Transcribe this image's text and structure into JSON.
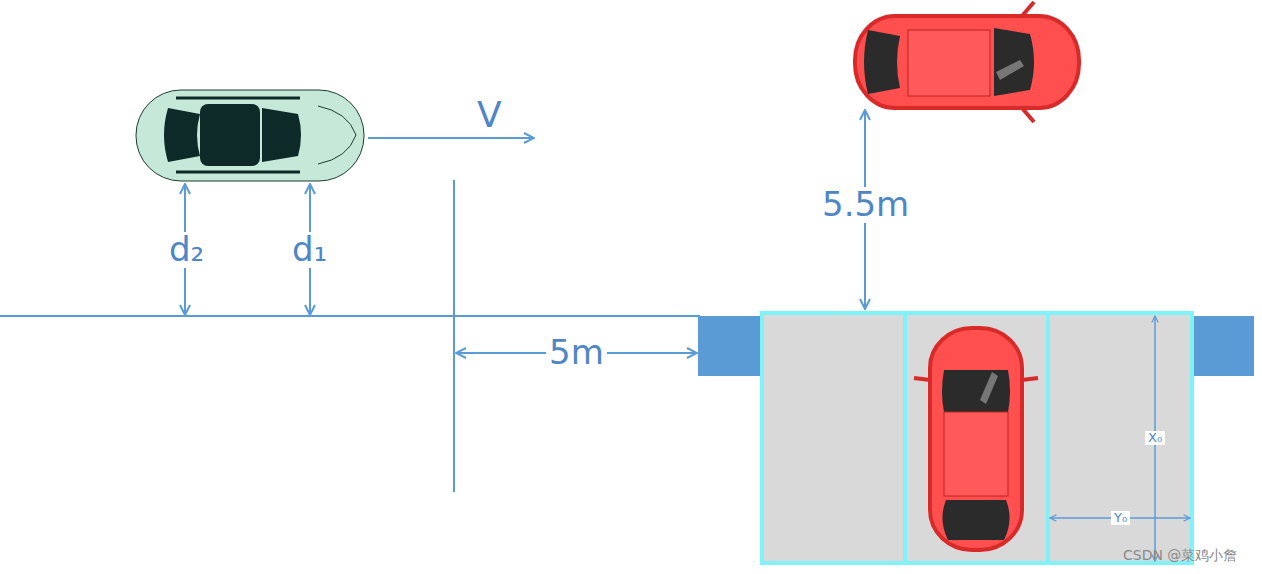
{
  "diagram": {
    "labels": [
      "V",
      "d₂",
      "d₁",
      "5m",
      "5.5m",
      "X₀",
      "Y₀",
      "CSDN @菜鸡小詹"
    ]
  }
}
